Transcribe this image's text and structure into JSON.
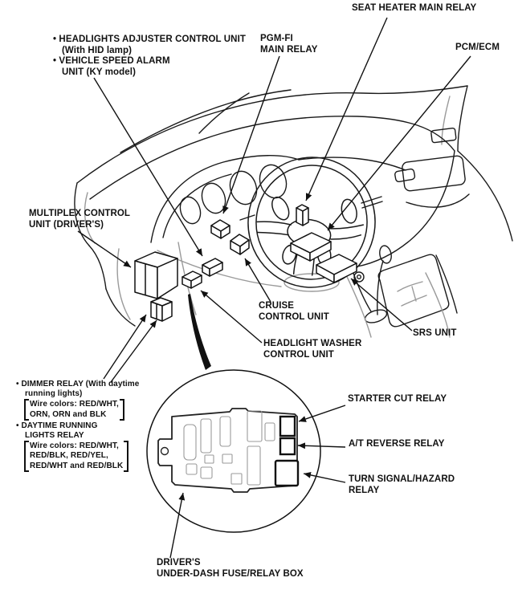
{
  "colors": {
    "ink": "#111111",
    "detail_gray": "#9a9a9a",
    "background": "#ffffff"
  },
  "labels": {
    "headlights_adjuster": [
      "• HEADLIGHTS ADJUSTER CONTROL UNIT",
      "(With HID lamp)",
      "• VEHICLE SPEED ALARM",
      "UNIT (KY model)"
    ],
    "seat_heater": [
      "SEAT HEATER MAIN RELAY"
    ],
    "pgm_fi": [
      "PGM-FI",
      "MAIN RELAY"
    ],
    "pcm_ecm": [
      "PCM/ECM"
    ],
    "multiplex": [
      "MULTIPLEX CONTROL",
      "UNIT (DRIVER'S)"
    ],
    "cruise": [
      "CRUISE",
      "CONTROL UNIT"
    ],
    "headlight_washer": [
      "HEADLIGHT WASHER",
      "CONTROL UNIT"
    ],
    "srs": [
      "SRS UNIT"
    ],
    "dimmer": {
      "title": [
        "• DIMMER RELAY (With daytime",
        "running lights)"
      ],
      "wires": [
        "Wire colors: RED/WHT,",
        "ORN, ORN and BLK"
      ]
    },
    "daytime_running": {
      "title": [
        "• DAYTIME RUNNING",
        "LIGHTS RELAY"
      ],
      "wires": [
        "Wire colors: RED/WHT,",
        "RED/BLK, RED/YEL,",
        "RED/WHT and RED/BLK"
      ]
    },
    "starter_cut": [
      "STARTER CUT RELAY"
    ],
    "at_reverse": [
      "A/T REVERSE RELAY"
    ],
    "turn_signal": [
      "TURN SIGNAL/HAZARD",
      "RELAY"
    ],
    "fuse_box": [
      "DRIVER'S",
      "UNDER-DASH FUSE/RELAY BOX"
    ]
  }
}
